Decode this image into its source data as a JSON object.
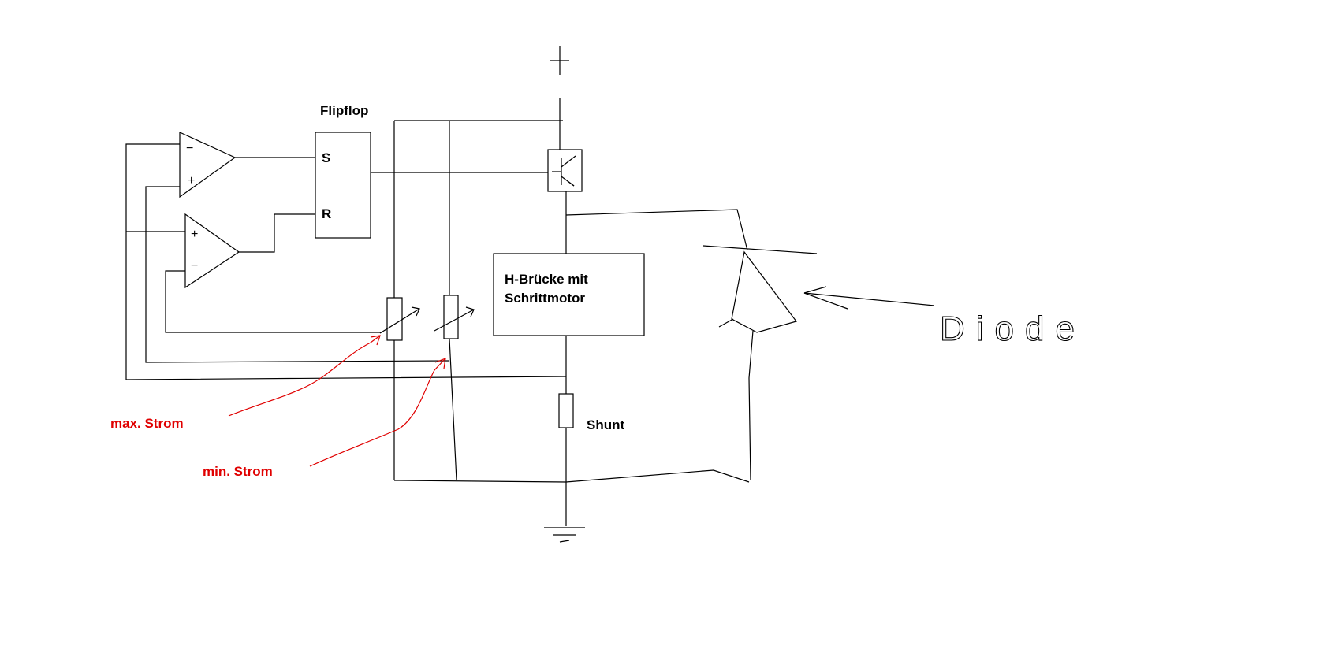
{
  "labels": {
    "flipflop": "Flipflop",
    "set_pin": "S",
    "reset_pin": "R",
    "hbridge_line1": "H-Brücke mit",
    "hbridge_line2": "Schrittmotor",
    "shunt": "Shunt",
    "max_current": "max. Strom",
    "min_current": "min. Strom",
    "diode": "Diode",
    "supply_plus": "+"
  },
  "opamp_signs": {
    "minus": "−",
    "plus": "+"
  },
  "colors": {
    "wire": "#000000",
    "annotation": "#e00000",
    "background": "#ffffff"
  }
}
